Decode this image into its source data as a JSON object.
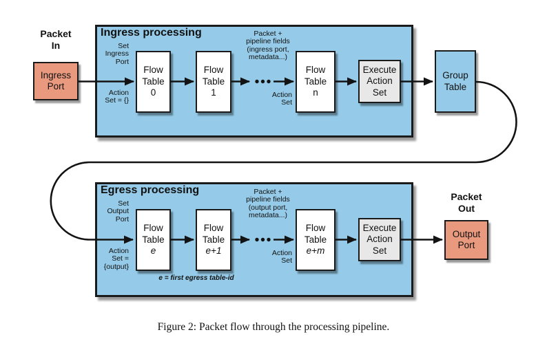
{
  "figure": {
    "caption": "Figure 2: Packet flow through the processing pipeline."
  },
  "packet_in": {
    "label": "Packet\nIn",
    "port_label": "Ingress\nPort"
  },
  "packet_out": {
    "label": "Packet\nOut",
    "port_label": "Output\nPort"
  },
  "group_table": {
    "label": "Group\nTable"
  },
  "ingress": {
    "title": "Ingress processing",
    "set_port_note": "Set\nIngress\nPort",
    "action_set_note": "Action\nSet = {}",
    "pipeline_fields_note": "Packet +\npipeline fields\n(ingress port,\nmetadata...)",
    "action_set_mid_note": "Action\nSet",
    "tables": [
      {
        "name": "Flow\nTable",
        "sub": "0"
      },
      {
        "name": "Flow\nTable",
        "sub": "1"
      },
      {
        "name": "Flow\nTable",
        "sub": "n"
      }
    ],
    "execute_label": "Execute\nAction\nSet"
  },
  "egress": {
    "title": "Egress processing",
    "set_port_note": "Set\nOutput\nPort",
    "action_set_note": "Action\nSet =\n{output}",
    "pipeline_fields_note": "Packet +\npipeline fields\n(output port,\nmetadata...)",
    "action_set_mid_note": "Action\nSet",
    "tables": [
      {
        "name": "Flow\nTable",
        "sub": "e"
      },
      {
        "name": "Flow\nTable",
        "sub": "e+1"
      },
      {
        "name": "Flow\nTable",
        "sub": "e+m"
      }
    ],
    "execute_label": "Execute\nAction\nSet",
    "table_id_note": "e = first egress table-id"
  },
  "colors": {
    "container_blue": "#95CBE8",
    "port_salmon": "#E9997D",
    "execute_gray": "#E8E8E8",
    "line_black": "#131313"
  }
}
